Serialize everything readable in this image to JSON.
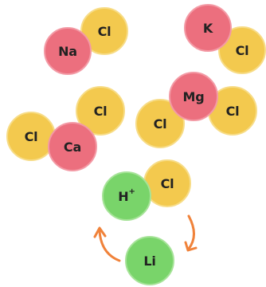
{
  "pairs": {
    "nacl": {
      "metal": "Na",
      "anion": "Cl"
    },
    "kcl": {
      "metal": "K",
      "anion": "Cl"
    },
    "cacl2": {
      "left_anion": "Cl",
      "metal": "Ca",
      "top_anion": "Cl"
    },
    "mgcl2": {
      "metal": "Mg",
      "left_anion": "Cl",
      "right_anion": "Cl"
    },
    "hcl": {
      "cation": "H",
      "charge": "+",
      "anion": "Cl"
    },
    "lithium": {
      "label": "Li"
    }
  },
  "colors": {
    "chlorine": "#f3c94e",
    "metal": "#ec6f7e",
    "hydrogen_lithium": "#79d46a",
    "arrow": "#f0823a"
  },
  "icons": {
    "cycle_left": "curved-arrow-up-icon",
    "cycle_right": "curved-arrow-down-icon"
  }
}
